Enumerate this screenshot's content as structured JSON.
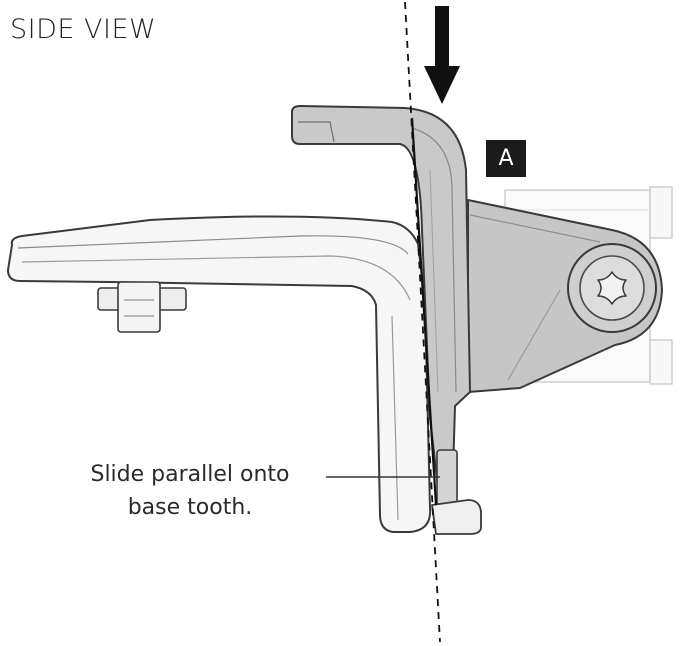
{
  "title": "SIDE VIEW",
  "badge_label": "A",
  "callout": {
    "line1": "Slide parallel onto",
    "line2": "base tooth."
  },
  "colors": {
    "outline": "#3a3a3a",
    "part_fill": "#f4f4f4",
    "highlight_fill": "#c9c9c9",
    "highlight_dark": "#a8a8a8",
    "arrow": "#111111",
    "badge_bg": "#1b1b1b"
  },
  "icons": {
    "arrow": "arrow-down-icon",
    "screw": "torx-screw-icon"
  }
}
